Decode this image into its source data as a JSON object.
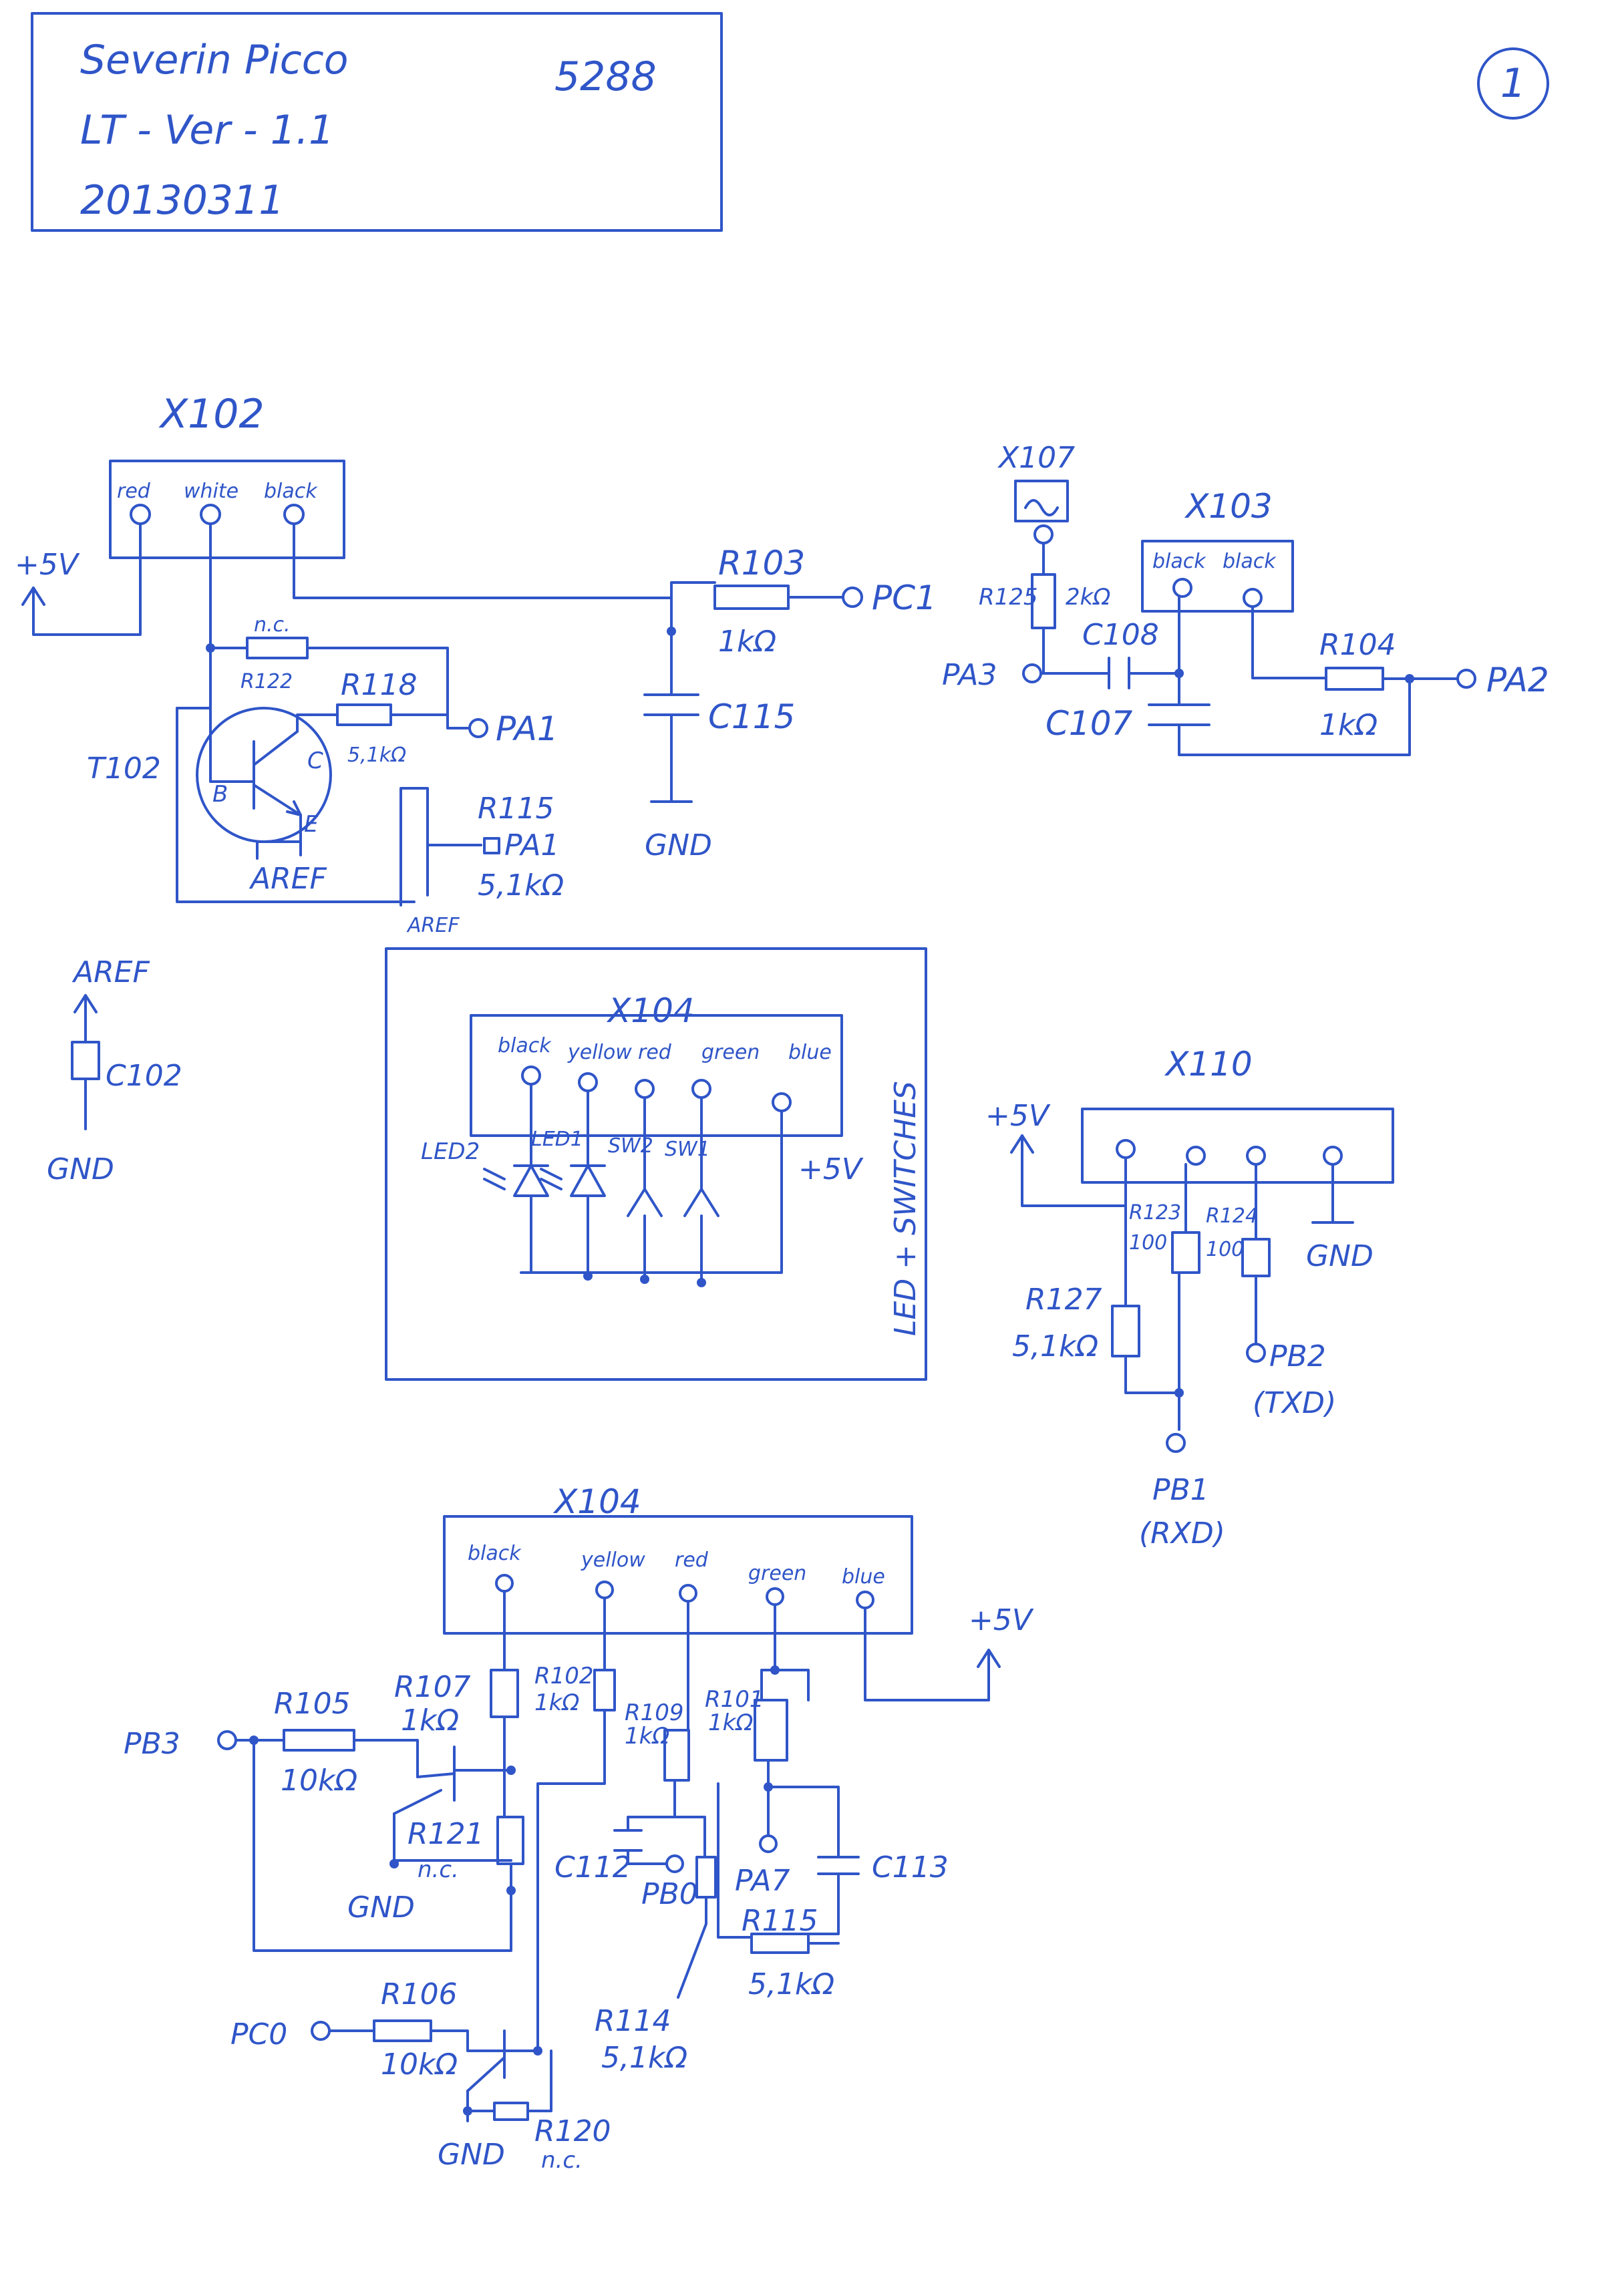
{
  "title": {
    "line1": "Severin Picco",
    "model": "5288",
    "line2": "LT - Ver - 1.1",
    "line3": "20130311"
  },
  "page_number": "1",
  "colors": {
    "ink": "#2f55c8",
    "paper": "#ffffff"
  },
  "x102": {
    "name": "X102",
    "pins": [
      "red",
      "white",
      "black"
    ],
    "supply": "+5V",
    "r103": {
      "name": "R103",
      "value": "1kΩ",
      "net": "PC1"
    },
    "c115": {
      "name": "C115",
      "gnd": "GND"
    },
    "r122": {
      "name": "R122",
      "value": "n.c."
    },
    "r118": {
      "name": "R118",
      "value": "5,1kΩ",
      "net": "PA1"
    },
    "r115": {
      "name": "R115",
      "value": "5,1kΩ",
      "net": "PA1",
      "aref": "AREF"
    },
    "t102": {
      "name": "T102",
      "c": "C",
      "b": "B",
      "e": "E",
      "aref": "AREF"
    }
  },
  "x107": {
    "name": "X107",
    "r125": "R125",
    "r125_value": "2kΩ"
  },
  "x103": {
    "name": "X103",
    "pins": [
      "black",
      "black"
    ],
    "c108": "C108",
    "c107": "C107",
    "pa3": "PA3",
    "r104": {
      "name": "R104",
      "value": "1kΩ",
      "net": "PA2"
    }
  },
  "aref_block": {
    "aref": "AREF",
    "c102": "C102",
    "gnd": "GND"
  },
  "x104a": {
    "name": "X104",
    "pins": [
      "black",
      "yellow",
      "red",
      "green",
      "blue"
    ],
    "led2": "LED2",
    "led1": "LED1",
    "sw2": "SW2",
    "sw1": "SW1",
    "supply": "+5V",
    "side_label": "LED + SWITCHES"
  },
  "x110": {
    "name": "X110",
    "supply": "+5V",
    "r123": {
      "name": "R123",
      "value": "100"
    },
    "r124": {
      "name": "R124",
      "value": "100"
    },
    "r127": {
      "name": "R127",
      "value": "5,1kΩ"
    },
    "gnd": "GND",
    "pb2": "PB2",
    "pb2_note": "(TXD)",
    "pb1": "PB1",
    "pb1_note": "(RXD)"
  },
  "x104b": {
    "name": "X104",
    "pins": [
      "black",
      "yellow",
      "red",
      "green",
      "blue"
    ],
    "supply": "+5V",
    "r105": {
      "name": "R105",
      "value": "10kΩ",
      "net": "PB3"
    },
    "r107": {
      "name": "R107",
      "value": "1kΩ"
    },
    "r102": {
      "name": "R102",
      "value": "1kΩ"
    },
    "r109": {
      "name": "R109",
      "value": "1kΩ"
    },
    "r101": {
      "name": "R101",
      "value": "1kΩ"
    },
    "r121": {
      "name": "R121",
      "value": "n.c."
    },
    "gnd1": "GND",
    "c112": "C112",
    "pb0": "PB0",
    "pa7": "PA7",
    "r115": {
      "name": "R115",
      "value": "5,1kΩ"
    },
    "c113": "C113",
    "r114": {
      "name": "R114",
      "value": "5,1kΩ"
    },
    "r106": {
      "name": "R106",
      "value": "10kΩ",
      "net": "PC0"
    },
    "r120": {
      "name": "R120",
      "value": "n.c."
    },
    "gnd2": "GND"
  }
}
